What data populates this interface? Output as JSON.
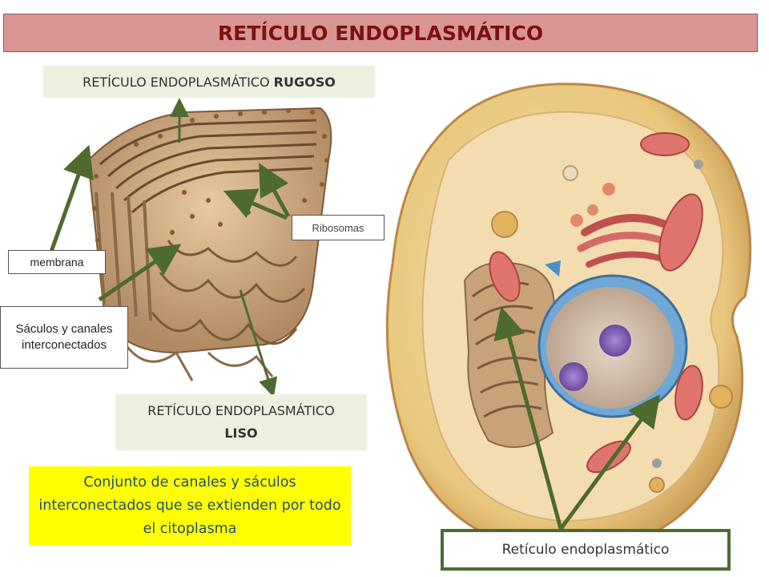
{
  "title": "RETÍCULO ENDOPLASMÁTICO",
  "labels": {
    "rer_prefix": "RETÍCULO ENDOPLASMÁTICO ",
    "rer_bold": "RUGOSO",
    "rel_line1": "RETÍCULO ENDOPLASMÁTICO",
    "rel_bold": "LISO",
    "ribosomas": "Ribosomas",
    "membrana": "membrana",
    "saculos": "Sáculos y canales interconectados",
    "cell_label": "Retículo endoplasmático"
  },
  "definition": "Conjunto de canales y sáculos interconectados que se extienden por todo el citoplasma",
  "colors": {
    "title_bg": "#d99594",
    "title_text": "#7a1212",
    "label_bg": "#ebf1de",
    "definition_bg": "#ffff00",
    "definition_text": "#1f4e79",
    "arrow": "#4e6b2e"
  }
}
